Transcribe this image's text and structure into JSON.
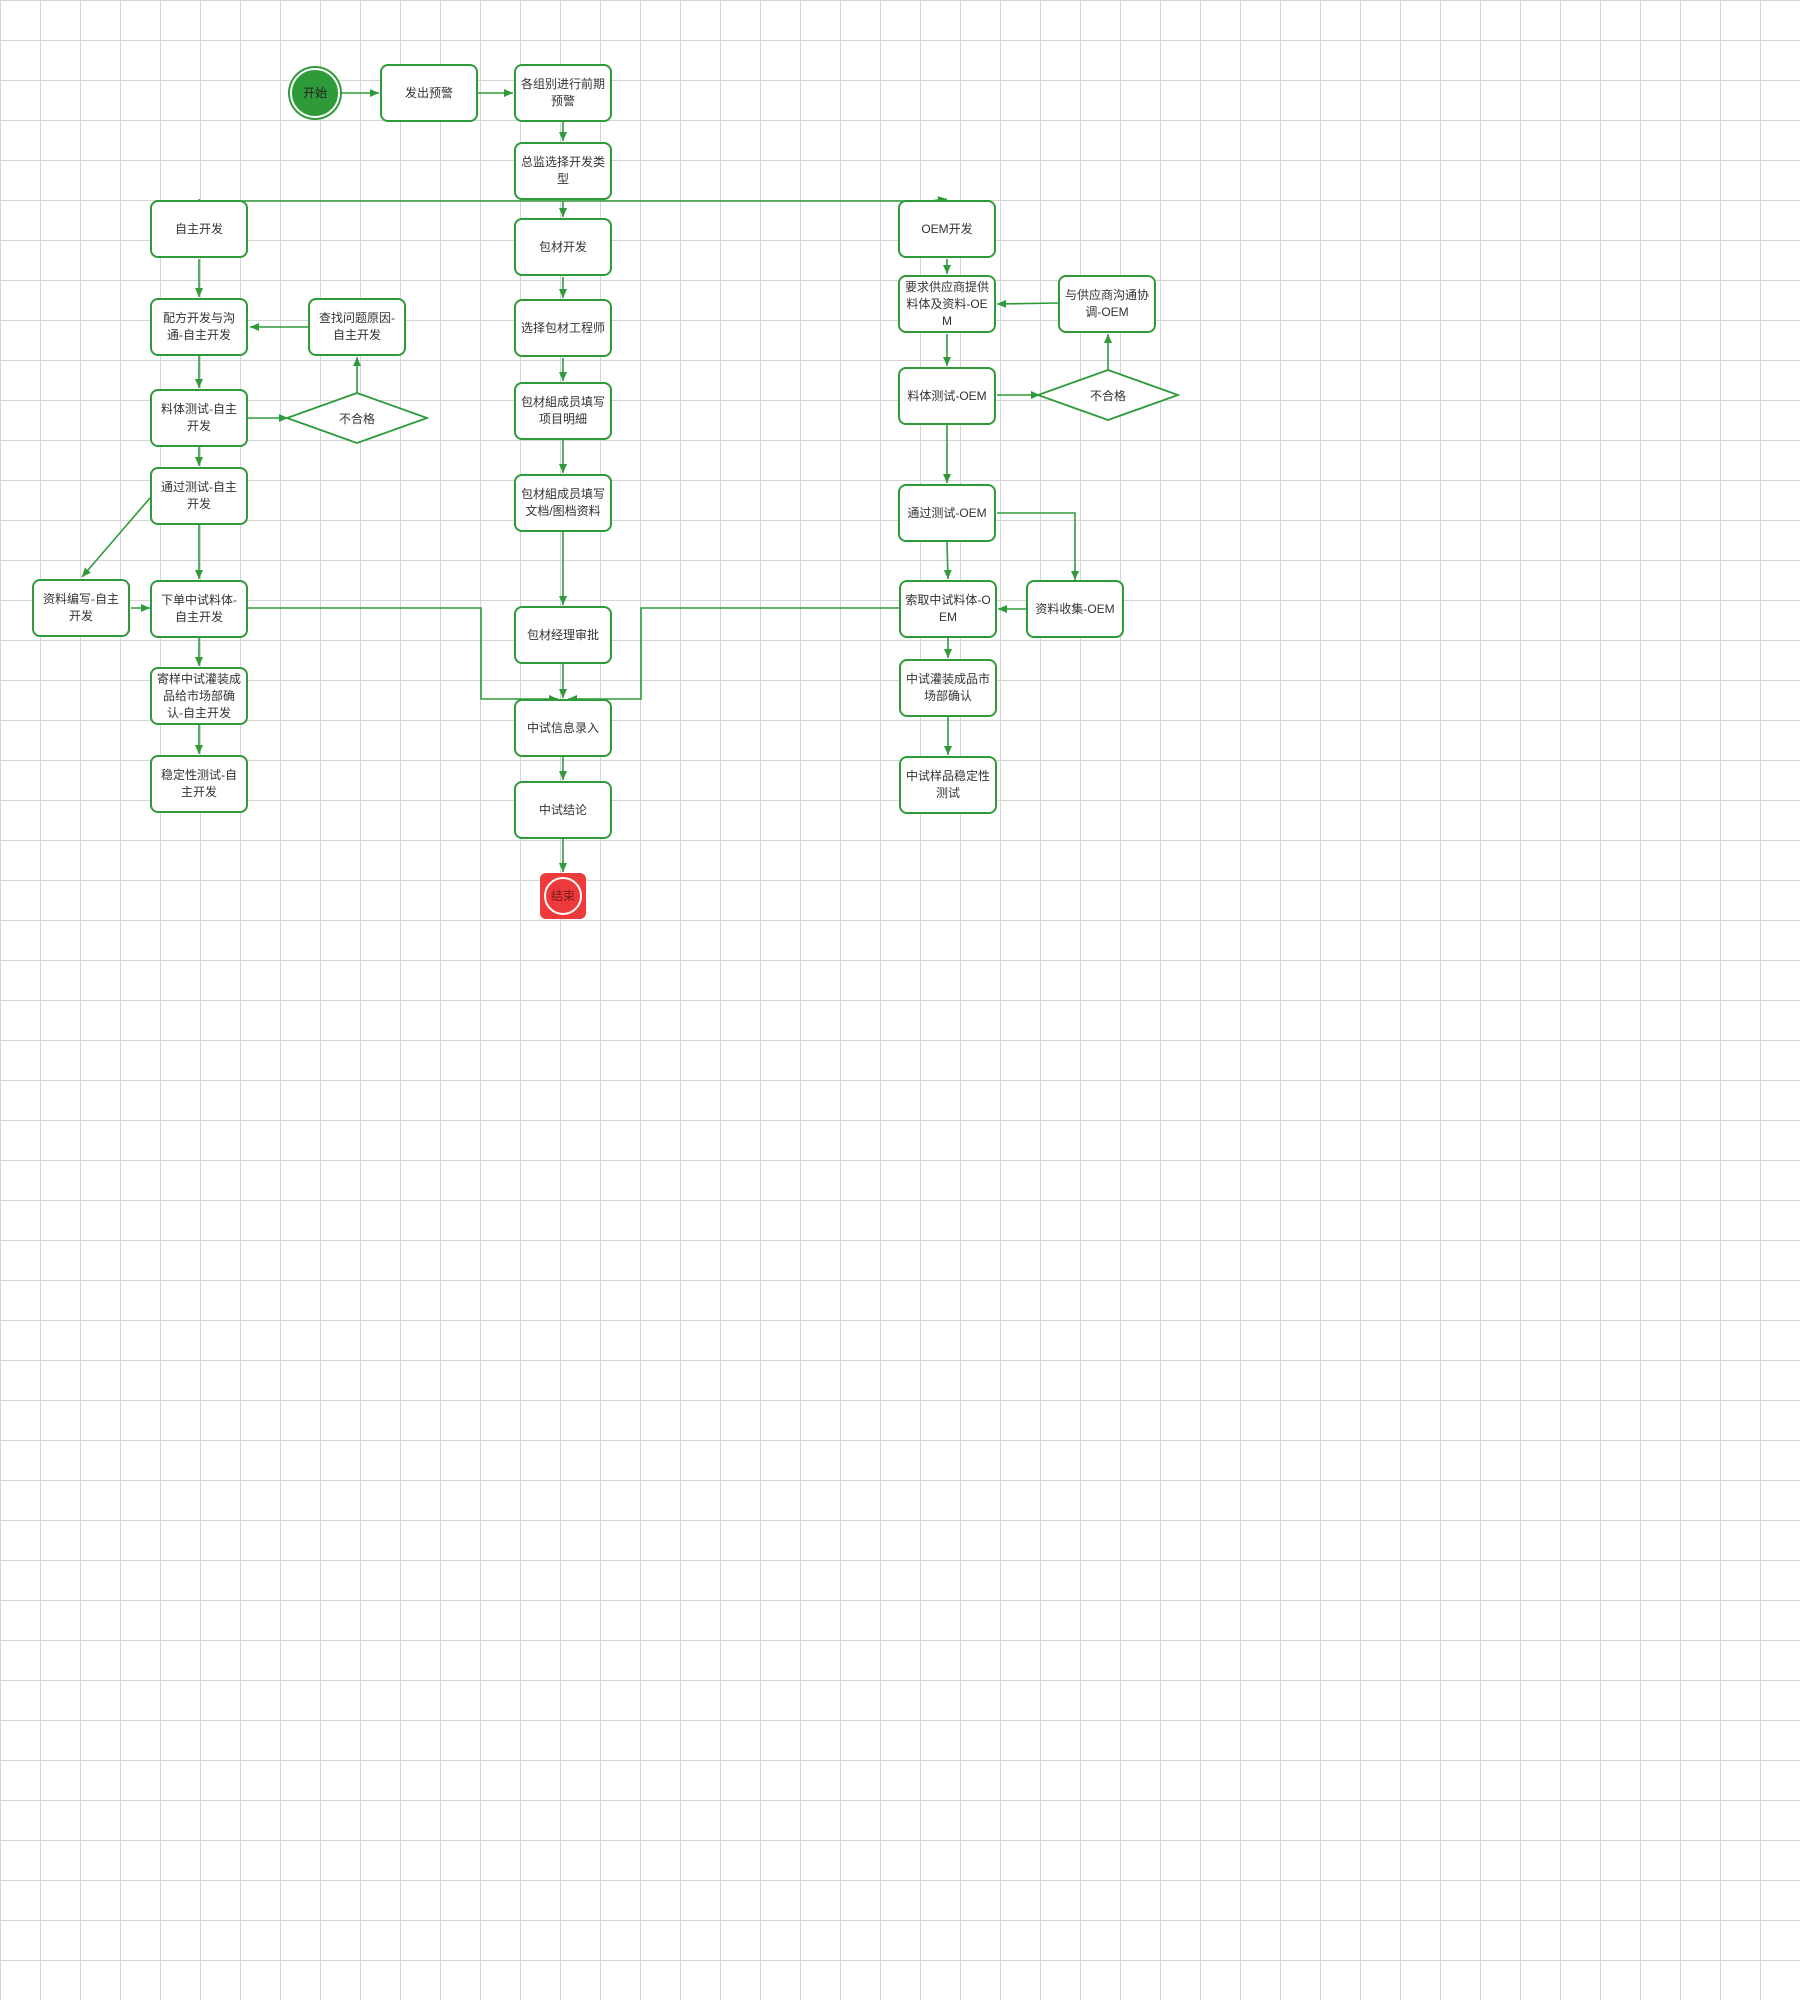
{
  "diagram": {
    "colors": {
      "stroke": "#2e9a3a",
      "start_fill": "#2e9a3a",
      "end_fill": "#ee3a3a",
      "grid": "#d4d4d4"
    },
    "nodes": {
      "start": "开始",
      "issue_warning": "发出预警",
      "groups_pre_warning": "各组别进行前期预警",
      "director_select_type": "总监选择开发类型",
      "self_dev": "自主开发",
      "formula_dev": "配方开发与沟通-自主开发",
      "find_cause": "查找问题原因-自主开发",
      "material_test_self": "料体测试-自主开发",
      "fail_self": "不合格",
      "pass_test_self": "通过测试-自主开发",
      "doc_writing": "资料编写-自主开发",
      "order_pilot_self": "下单中试料体-自主开发",
      "sample_confirm_self": "寄样中试灌装成品给市场部确认-自主开发",
      "stability_self": "稳定性测试-自主开发",
      "pkg_dev": "包材开发",
      "select_pkg_engineer": "选择包材工程师",
      "fill_project_detail": "包材組成员填写项目明細",
      "fill_docs": "包材組成员填写文档/图档资料",
      "pkg_manager_approve": "包材经理审批",
      "pilot_info_entry": "中试信息录入",
      "pilot_conclusion": "中试结论",
      "end": "结束",
      "oem_dev": "OEM开发",
      "require_supplier": "要求供应商提供料体及资料-OEM",
      "communicate_supplier": "与供应商沟通协调-OEM",
      "material_test_oem": "料体测试-OEM",
      "fail_oem": "不合格",
      "pass_test_oem": "通过测试-OEM",
      "request_pilot_oem": "索取中试料体-OEM",
      "collect_docs_oem": "资料收集-OEM",
      "market_confirm_oem": "中试灌装成品市场部确认",
      "stability_oem": "中试样品稳定性测试"
    }
  }
}
